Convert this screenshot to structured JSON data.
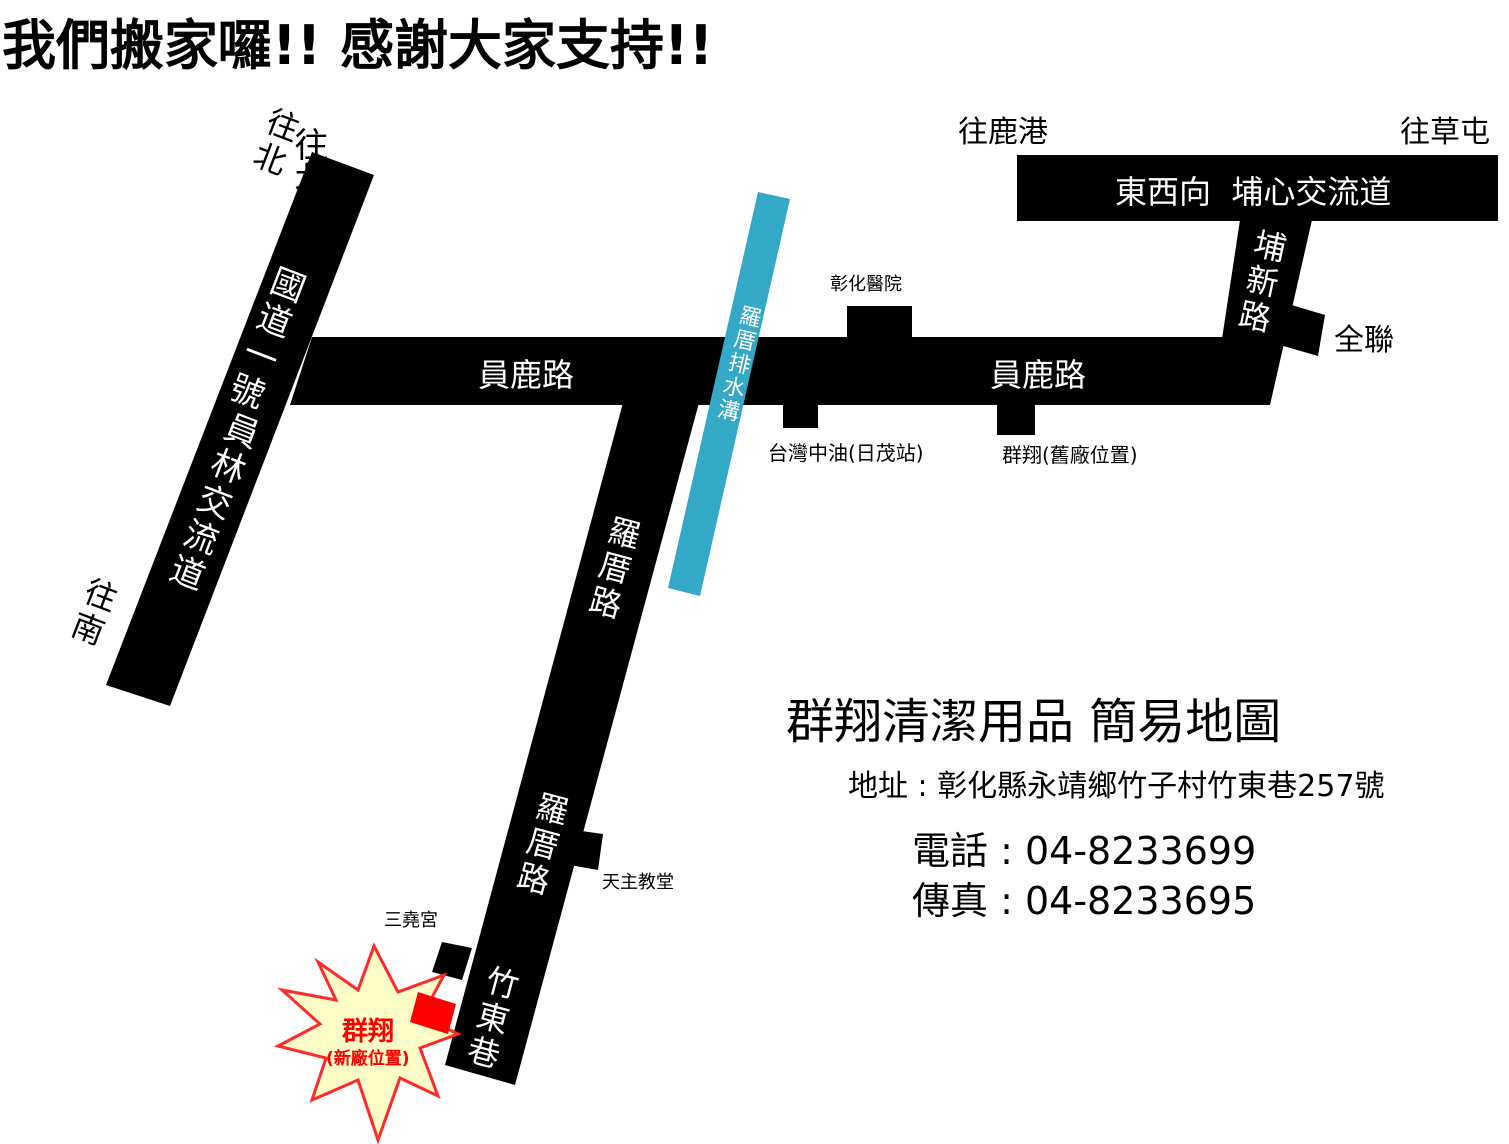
{
  "header": {
    "title": "我們搬家囉!! 感謝大家支持!!"
  },
  "map": {
    "highway": {
      "name_line1": "國道一號",
      "name_line2": "員林交流道",
      "north": "往北",
      "south": "往南"
    },
    "yuanlu_road": {
      "label_left": "員鹿路",
      "label_right": "員鹿路"
    },
    "canal": {
      "name_line1": "羅厝",
      "name_line2": "排水溝"
    },
    "east_west": {
      "label": "東西向  埔心交流道",
      "to_lugang": "往鹿港",
      "to_caotun": "往草屯"
    },
    "puxin_road": {
      "label": "埔新路"
    },
    "luocuo_road": {
      "label_upper": "羅厝路",
      "label_lower": "羅厝路"
    },
    "zhudong_lane": {
      "label": "竹東巷"
    },
    "landmarks": {
      "hospital": "彰化醫院",
      "gas_station": "台灣中油(日茂站)",
      "old_factory": "群翔(舊廠位置)",
      "quanlian": "全聯",
      "church": "天主教堂",
      "temple": "三堯宮",
      "new_factory_line1": "群翔",
      "new_factory_line2": "(新廠位置)"
    },
    "colors": {
      "road": "#000000",
      "canal": "#33a9c7",
      "marker": "#ff0000",
      "star_fill": "#fffdc8",
      "star_stroke": "#ff2a2a"
    }
  },
  "info": {
    "title": "群翔清潔用品 簡易地圖",
    "address": "地址 : 彰化縣永靖鄉竹子村竹東巷257號",
    "phone": "電話 : 04-8233699",
    "fax": "傳真 : 04-8233695"
  }
}
